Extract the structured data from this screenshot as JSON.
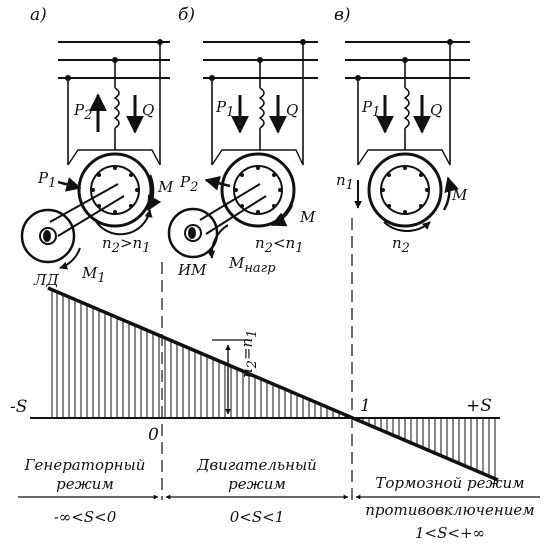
{
  "panels": {
    "a": {
      "title": "а)",
      "power": "P",
      "power_sub": "2",
      "q": "Q",
      "p_in": "P",
      "p_in_sub": "1",
      "moment": "M",
      "speed": "n",
      "speed_sub": "2",
      "speed_rel": ">n",
      "speed_rel_sub": "1",
      "m1": "M",
      "m1_sub": "1",
      "machine": "ЛД"
    },
    "b": {
      "title": "б)",
      "power": "P",
      "power_sub": "1",
      "q": "Q",
      "p_out": "P",
      "p_out_sub": "2",
      "moment": "M",
      "speed": "n",
      "speed_sub": "2",
      "speed_rel": "<n",
      "speed_rel_sub": "1",
      "load": "M",
      "load_sub": "нагр",
      "machine": "ИМ"
    },
    "c": {
      "title": "в)",
      "power": "P",
      "power_sub": "1",
      "q": "Q",
      "n1": "n",
      "n1_sub": "1",
      "moment": "M",
      "n2": "n",
      "n2_sub": "2"
    }
  },
  "axis": {
    "neg_s": "-S",
    "pos_s": "+S",
    "zero": "0",
    "one": "1",
    "sync": "n",
    "sync_sub": "2",
    "sync_eq": "=n",
    "sync_eq_sub": "1"
  },
  "modes": {
    "generator": {
      "line1": "Генераторный",
      "line2": "режим",
      "range": "-∞<S<0"
    },
    "motor": {
      "line1": "Двигательный",
      "line2": "режим",
      "range": "0<S<1"
    },
    "brake": {
      "line1": "Тормозной режим",
      "line2": "противовключением",
      "range": "1<S<+∞"
    }
  }
}
